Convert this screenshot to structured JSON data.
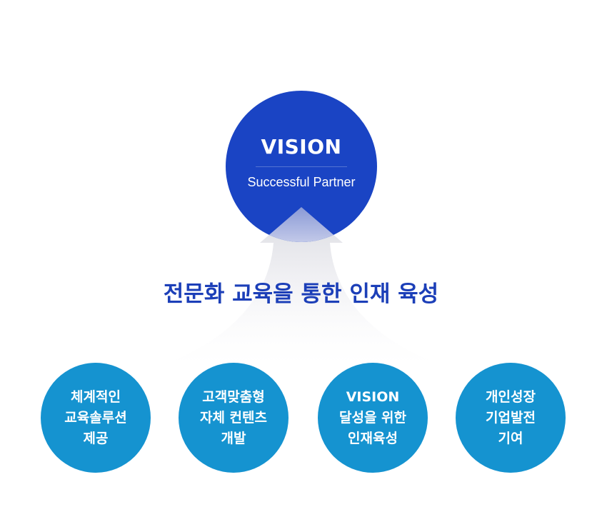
{
  "colors": {
    "vision_fill": "#1a44c4",
    "headline": "#1c3fb8",
    "goal_fill": "#1593d0",
    "arrow": "#e8e8ec"
  },
  "vision": {
    "title": "VISION",
    "subtitle": "Successful Partner"
  },
  "headline": "전문화 교육을 통한 인재 육성",
  "goals": [
    {
      "lines": [
        "체계적인",
        "교육솔루션",
        "제공"
      ]
    },
    {
      "lines": [
        "고객맞춤형",
        "자체 컨텐츠",
        "개발"
      ]
    },
    {
      "lines": [
        "VISION",
        "달성을 위한",
        "인재육성"
      ]
    },
    {
      "lines": [
        "개인성장",
        "기업발전",
        "기여"
      ]
    }
  ]
}
